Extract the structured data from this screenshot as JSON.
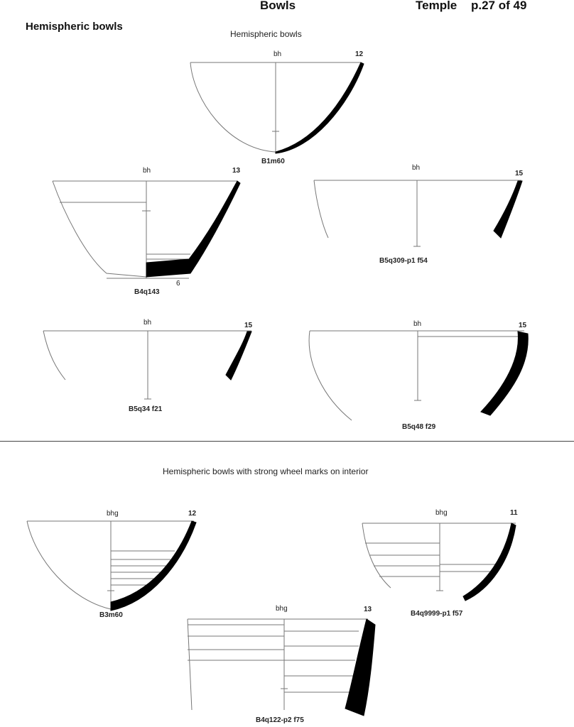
{
  "header": {
    "title": "Bowls",
    "site": "Temple",
    "page": "p.27 of 49"
  },
  "section_title": "Hemispheric bowls",
  "groups": [
    {
      "caption": "Hemispheric bowls"
    },
    {
      "caption": "Hemispheric bowls with strong wheel marks on interior"
    }
  ],
  "drawings": [
    {
      "id": "B1m60",
      "type": "bh",
      "diameter": "12"
    },
    {
      "id": "B4q143",
      "type": "bh",
      "diameter": "13",
      "base_diameter": "6"
    },
    {
      "id": "B5q309-p1 f54",
      "type": "bh",
      "diameter": "15"
    },
    {
      "id": "B5q34 f21",
      "type": "bh",
      "diameter": "15"
    },
    {
      "id": "B5q48 f29",
      "type": "bh",
      "diameter": "15"
    },
    {
      "id": "B3m60",
      "type": "bhg",
      "diameter": "12"
    },
    {
      "id": "B4q9999-p1 f57",
      "type": "bhg",
      "diameter": "11"
    },
    {
      "id": "B4q122-p2 f75",
      "type": "bhg",
      "diameter": "13"
    }
  ]
}
